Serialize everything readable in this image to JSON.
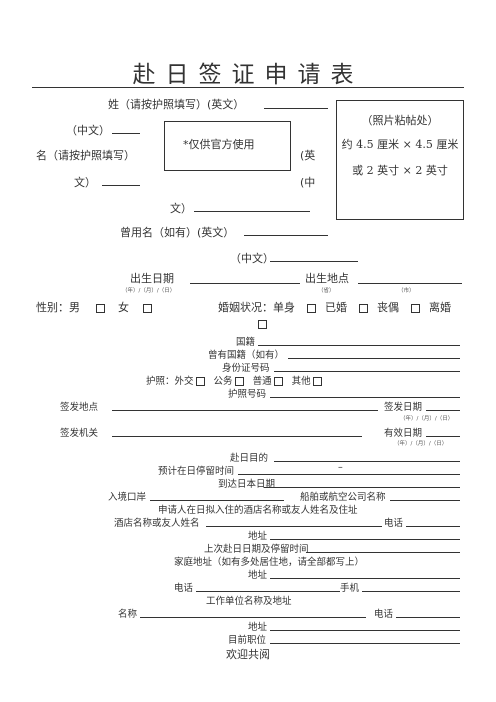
{
  "title": "赴日签证申请表",
  "official": "*仅供官方使用",
  "photo": {
    "l1": "（照片粘帖处）",
    "l2": "约 4.5 厘米 × 4.5 厘米",
    "l3": "或 2 英寸 × 2 英寸"
  },
  "name": {
    "surname_en": "姓（请按护照填写）(英文）",
    "cn": "（中文）",
    "given_a": "名（请按护照填写）",
    "given_b": "文）",
    "eng_a": "(英",
    "eng_b": "(中",
    "wen": "文）"
  },
  "former_en": "曾用名（如有）(英文）",
  "former_cn": "（中文）",
  "birth_date": "出生日期",
  "birth_place": "出生地点",
  "ymd": "（年）/（月）/（日）",
  "prov": "（省）",
  "city": "（市）",
  "sex": {
    "label": "性别：男",
    "female": "女"
  },
  "marital": {
    "label": "婚姻状况：单身",
    "married": "已婚",
    "widowed": "丧偶",
    "divorced": "离婚"
  },
  "nationality": "国籍",
  "former_nat": "曾有国籍（如有）",
  "id_no": "身份证号码",
  "passport_type": {
    "label": "护照：外交",
    "official": "公务",
    "ordinary": "普通",
    "other": "其他"
  },
  "passport_no": "护照号码",
  "issue_place": "签发地点",
  "issue_date": "签发日期",
  "authority": "签发机关",
  "expiry": "有效日期",
  "purpose": "赴日目的",
  "stay": "预计在日停留时间",
  "dash": "–",
  "arrival": "到达日本日期",
  "port": "入境口岸",
  "ship": "船舶或航空公司名称",
  "hotel_note": "申请人在日拟入住的酒店名称或友人姓名及住址",
  "hotel_name": "酒店名称或友人姓名",
  "tel": "电话",
  "addr": "地址",
  "last_visit": "上次赴日日期及停留时间",
  "home_addr": "家庭地址（如有多处居住地，请全部都写上）",
  "mobile": "手机",
  "work": "工作单位名称及地址",
  "name_label": "名称",
  "position": "目前职位",
  "welcome": "欢迎共阅"
}
